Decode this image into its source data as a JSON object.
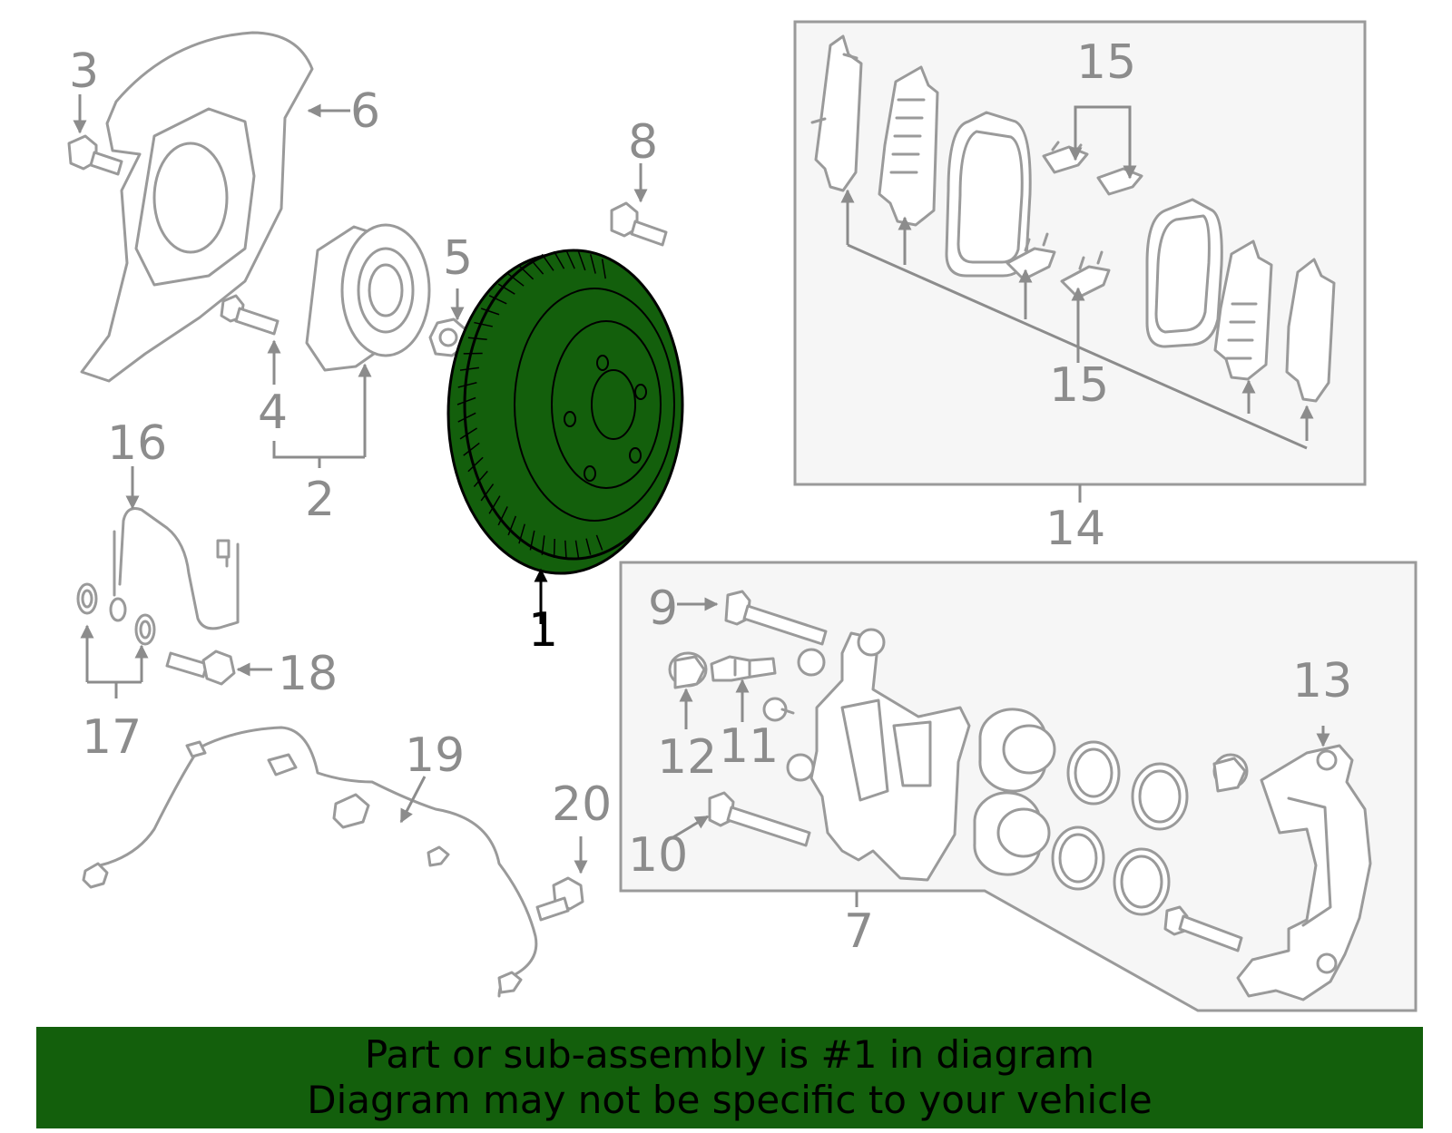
{
  "highlight_color": "#135f0c",
  "label_color": "#8c8c8c",
  "callouts": [
    {
      "id": "1",
      "text": "1",
      "highlighted": true
    },
    {
      "id": "2",
      "text": "2"
    },
    {
      "id": "3",
      "text": "3"
    },
    {
      "id": "4",
      "text": "4"
    },
    {
      "id": "5",
      "text": "5"
    },
    {
      "id": "6",
      "text": "6"
    },
    {
      "id": "7",
      "text": "7"
    },
    {
      "id": "8",
      "text": "8"
    },
    {
      "id": "9",
      "text": "9"
    },
    {
      "id": "10",
      "text": "10"
    },
    {
      "id": "11",
      "text": "11"
    },
    {
      "id": "12",
      "text": "12"
    },
    {
      "id": "13",
      "text": "13"
    },
    {
      "id": "14",
      "text": "14"
    },
    {
      "id": "15a",
      "text": "15"
    },
    {
      "id": "15b",
      "text": "15"
    },
    {
      "id": "16",
      "text": "16"
    },
    {
      "id": "17",
      "text": "17"
    },
    {
      "id": "18",
      "text": "18"
    },
    {
      "id": "19",
      "text": "19"
    },
    {
      "id": "20",
      "text": "20"
    }
  ],
  "banner": {
    "line1": "Part or sub-assembly is #1 in diagram",
    "line2": "Diagram may not be specific to your vehicle",
    "color": "#135f0c"
  }
}
